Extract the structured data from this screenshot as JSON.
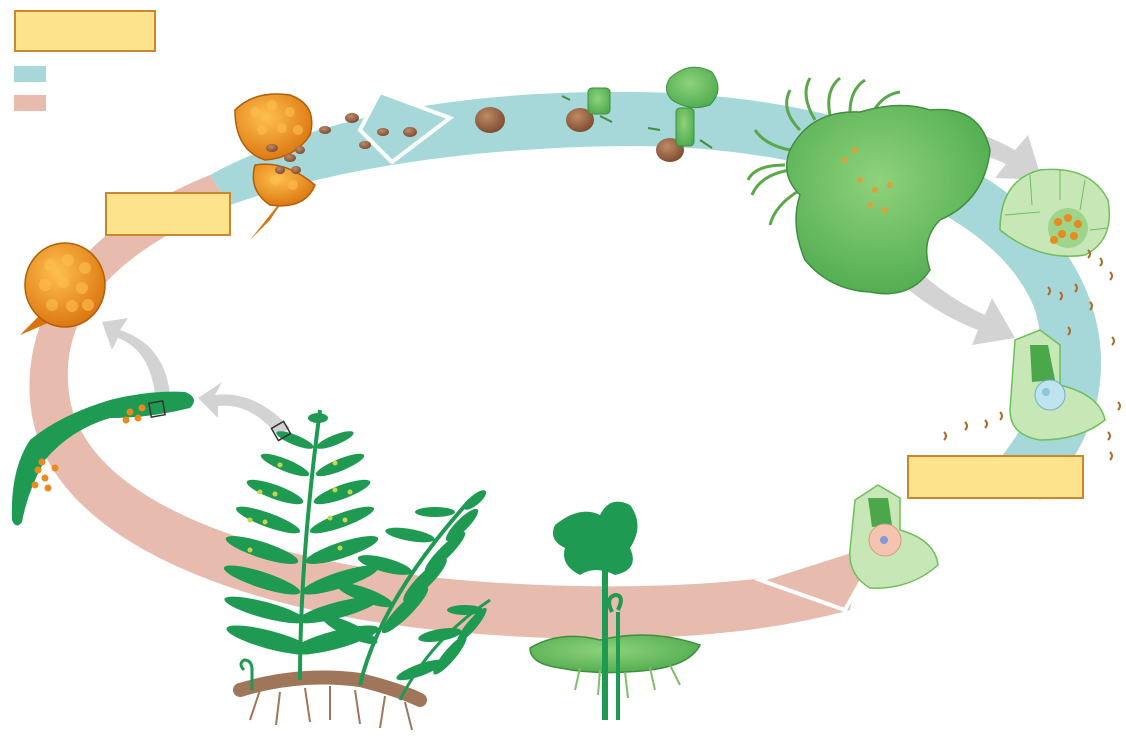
{
  "diagram": {
    "subject": "fern-life-cycle",
    "colors": {
      "haploid_band": "#a6d8da",
      "diploid_band": "#e7bcae",
      "label_fill": "#fde38b",
      "label_border": "#c9882f",
      "plant_green": "#1e9a52",
      "gametophyte_green": "#6ebf5a",
      "sporangium_orange": "#e88a1e",
      "spore_brown": "#9a6644",
      "arrow_gray": "#d3d3d3"
    },
    "labels": {
      "top_left_box": "",
      "sporangium_box": "",
      "fertilization_box": ""
    },
    "legend": [
      {
        "key": "haploid",
        "color": "#a6d8da",
        "text": ""
      },
      {
        "key": "diploid",
        "color": "#e7bcae",
        "text": ""
      }
    ],
    "icons": [
      "sporangium-icon",
      "spore-icon",
      "young-gametophyte-icon",
      "mature-gametophyte-icon",
      "antheridium-icon",
      "archegonium-icon",
      "zygote-icon",
      "young-sporophyte-icon",
      "mature-sporophyte-icon",
      "sorus-icon"
    ]
  }
}
